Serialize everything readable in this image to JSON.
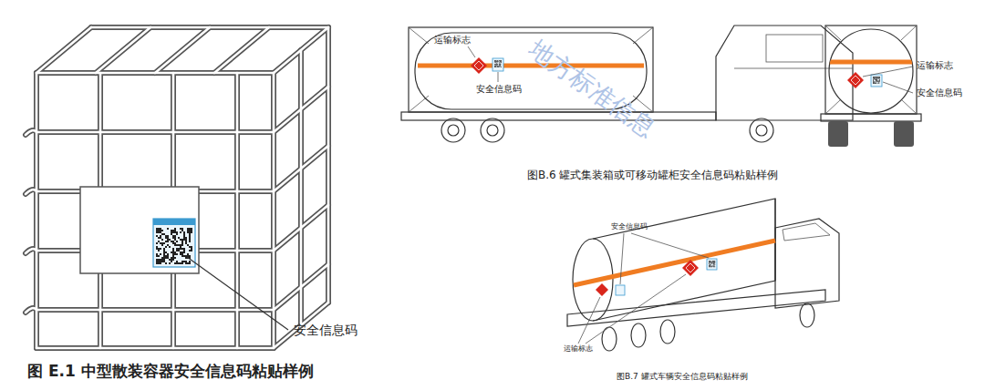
{
  "diagram": {
    "labels": [
      "安全信息码",
      "图 E.1 中型散装容器安全信息码粘贴样例",
      "运输标志",
      "安全信息码",
      "运输标志",
      "安全信息码",
      "图B.6 罐式集装箱或可移动罐柜安全信息码粘贴样例",
      "安全信息码",
      "运输标志",
      "图B.7 罐式车辆安全信息码粘贴样例",
      "地方标准信息"
    ]
  }
}
